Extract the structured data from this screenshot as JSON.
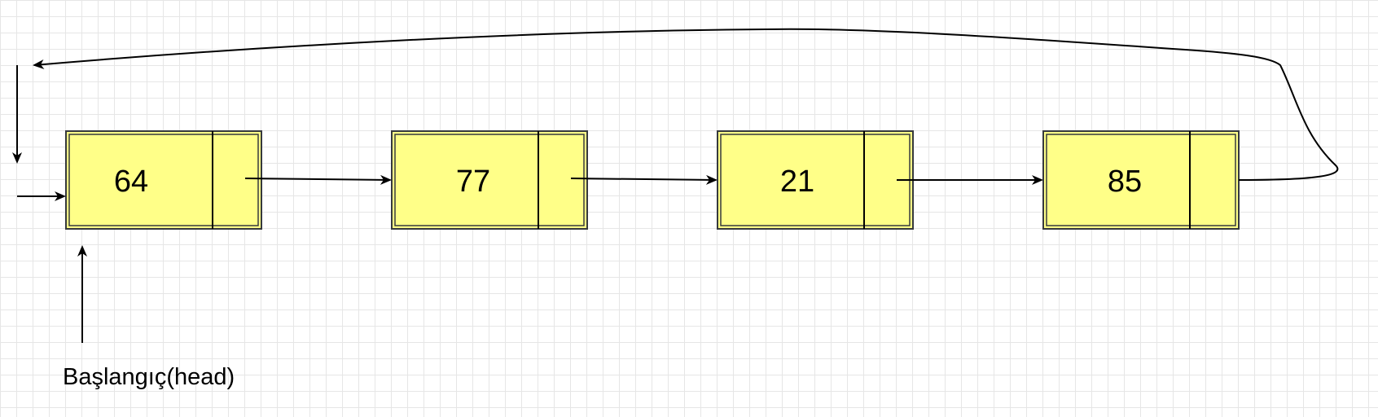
{
  "nodes": [
    {
      "value": "64"
    },
    {
      "value": "77"
    },
    {
      "value": "21"
    },
    {
      "value": "85"
    }
  ],
  "head_label": "Başlangıç(head)",
  "colors": {
    "node_fill": "#ffff88",
    "node_border": "#36393d",
    "line": "#000000",
    "grid": "#e6e6e6"
  }
}
